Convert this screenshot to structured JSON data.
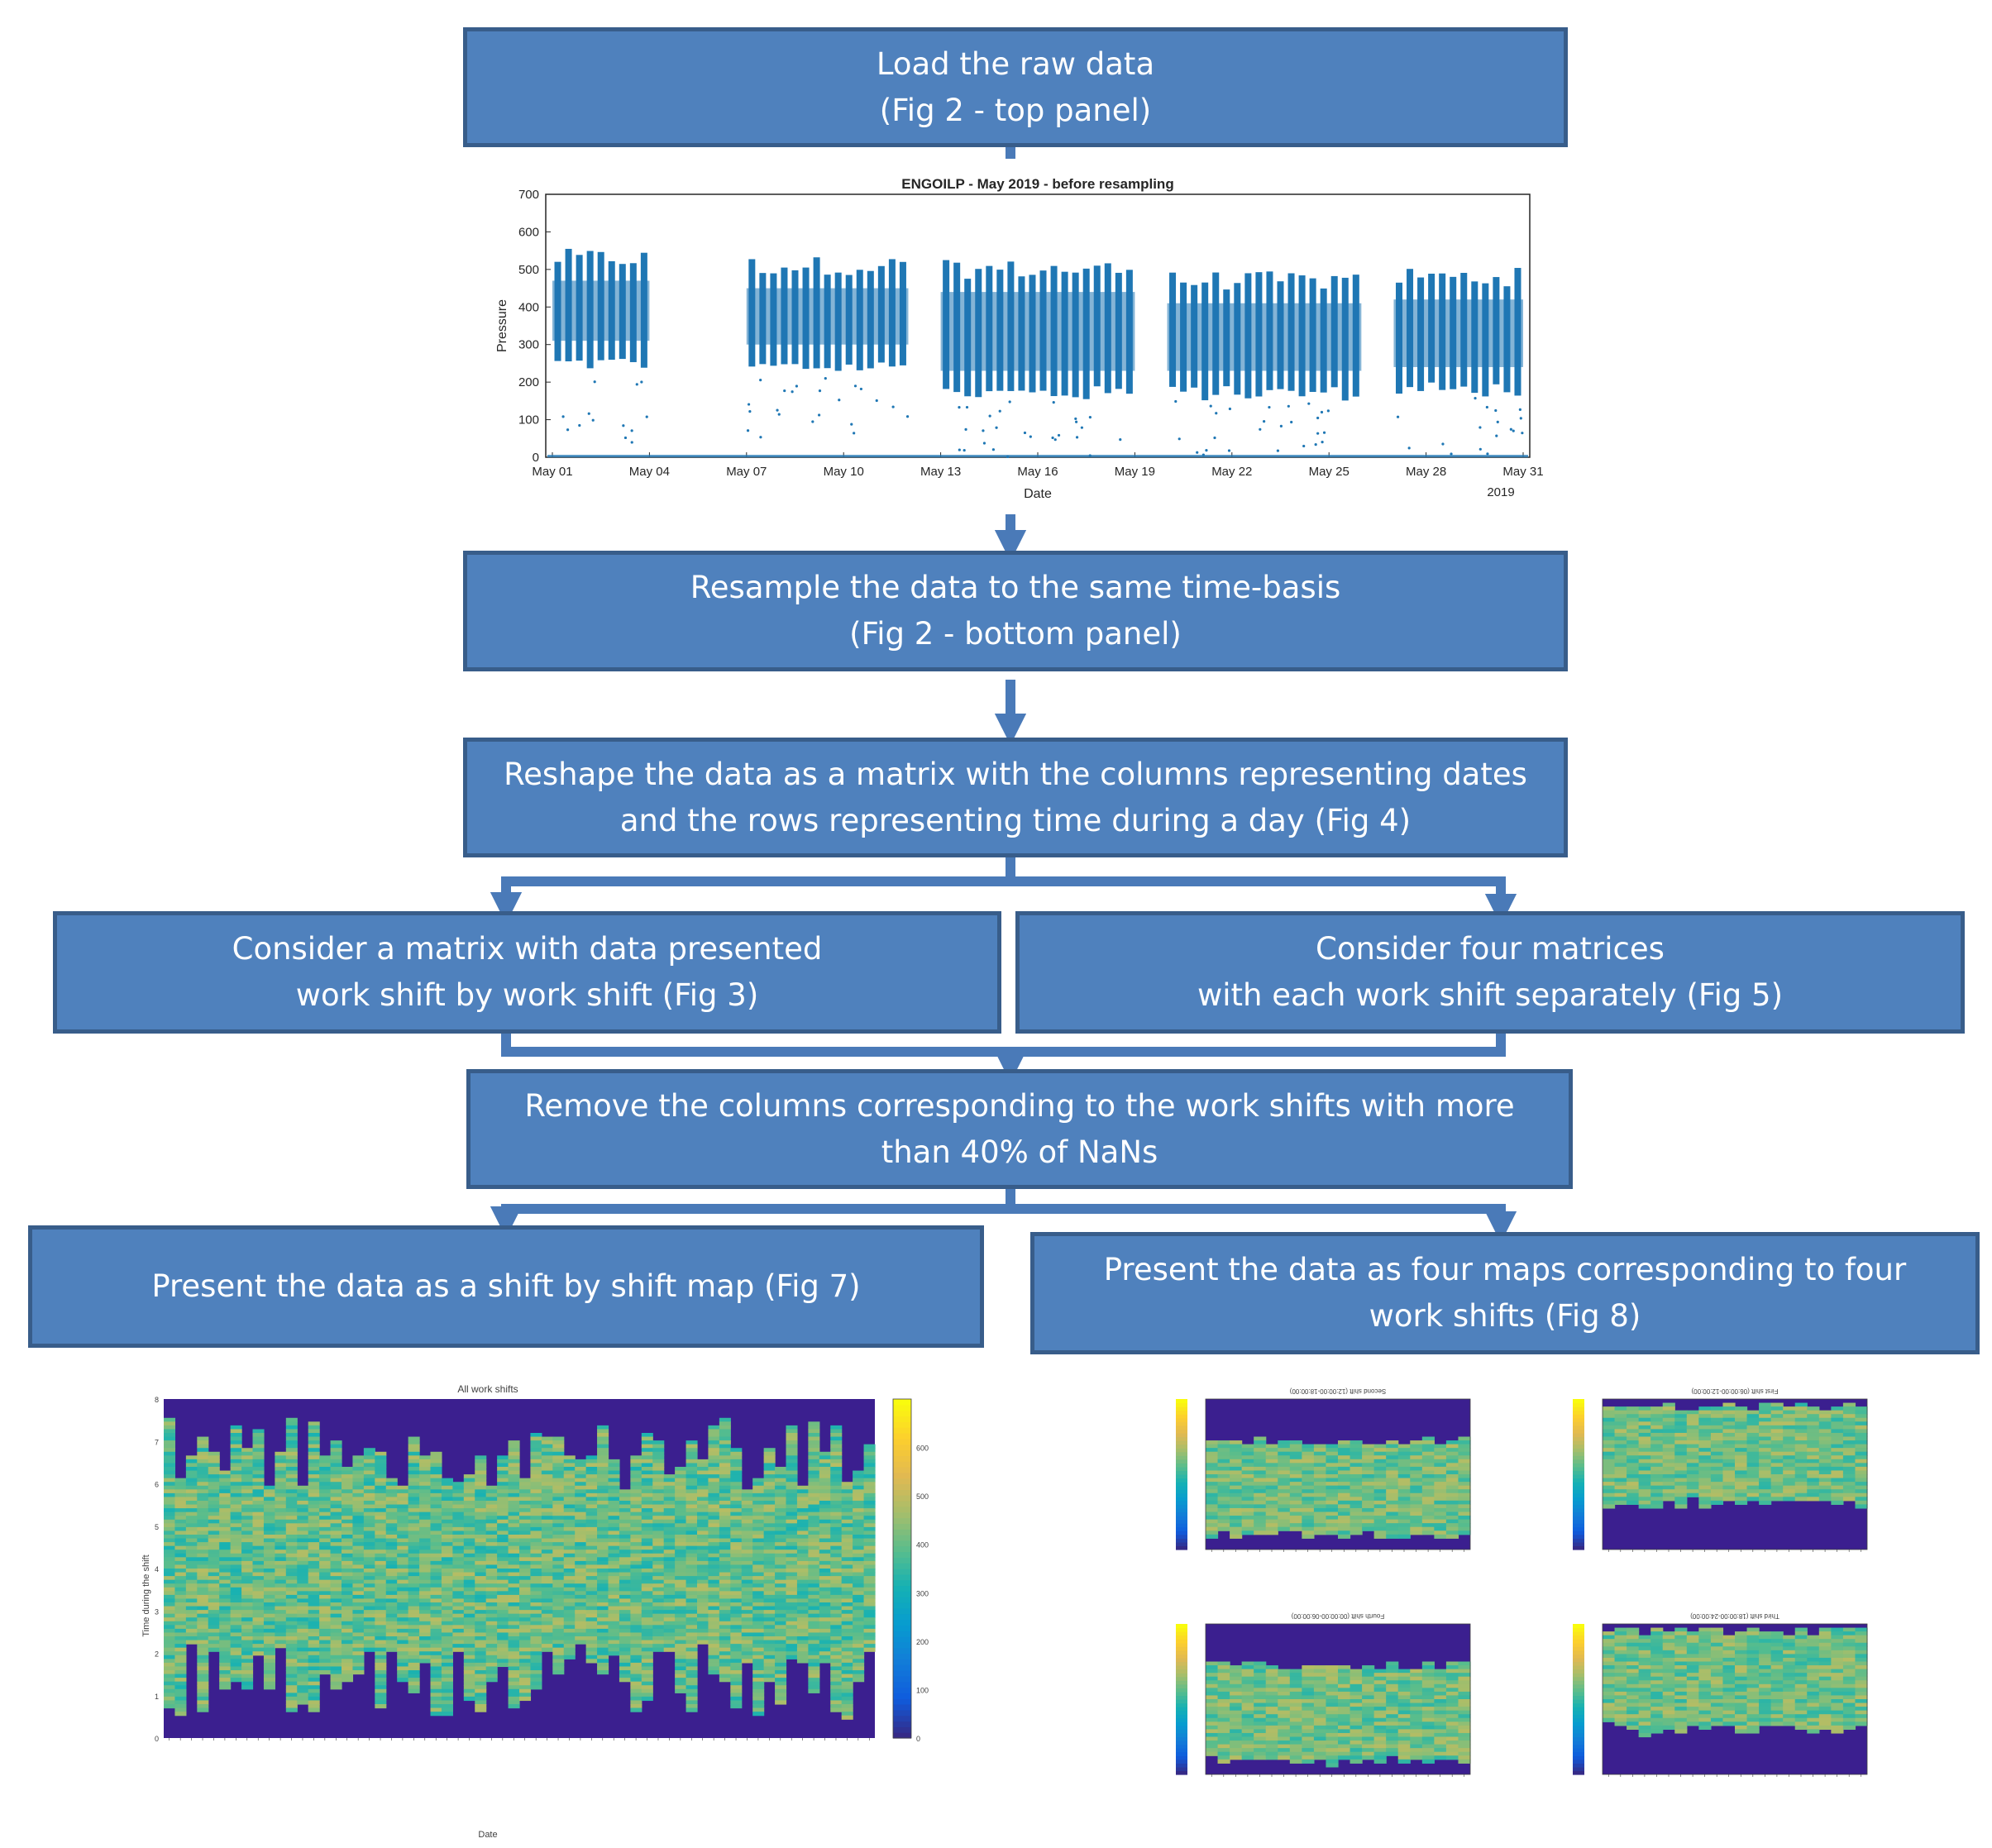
{
  "colors": {
    "box_fill": "#4f81bd",
    "box_border": "#385d8a",
    "connector": "#4a7ab8",
    "series": "#1f77b4",
    "heat_dark": "#3b1f8f"
  },
  "boxes": {
    "load": "Load the raw data\n(Fig 2 - top panel)",
    "resample": "Resample the data to the same time-basis\n(Fig 2 - bottom panel)",
    "reshape": "Reshape the data as a matrix with the columns representing dates\nand the rows representing time during a day (Fig 4)",
    "consider_one": "Consider a matrix with data presented\nwork shift by work shift  (Fig 3)",
    "consider_four": "Consider four matrices\nwith each work shift separately (Fig 5)",
    "remove": "Remove the columns corresponding to the work shifts with more\nthan 40% of NaNs",
    "present_one": "Present the data as a shift by shift map (Fig 7)",
    "present_four": "Present the data as four maps  corresponding to four\nwork shifts (Fig 8)"
  },
  "chart_data": [
    {
      "type": "scatter",
      "title": "ENGOILP - May 2019 - before resampling",
      "xlabel": "Date",
      "ylabel": "Pressure",
      "ylim": [
        0,
        700
      ],
      "yticks": [
        "0",
        "100",
        "200",
        "300",
        "400",
        "500",
        "600",
        "700"
      ],
      "xticks": [
        "May 01",
        "May 04",
        "May 07",
        "May 10",
        "May 13",
        "May 16",
        "May 19",
        "May 22",
        "May 25",
        "May 28",
        "May 31"
      ],
      "x_year_label": "2019",
      "grid": false,
      "series": [
        {
          "values_description_free": true,
          "segments": [
            {
              "x_start": "2019-05-01",
              "x_end": "2019-05-04",
              "y_low": 250,
              "y_high": 530
            },
            {
              "x_start": "2019-05-07",
              "x_end": "2019-05-12",
              "y_low": 240,
              "y_high": 510
            },
            {
              "x_start": "2019-05-13",
              "x_end": "2019-05-19",
              "y_low": 170,
              "y_high": 500
            },
            {
              "x_start": "2019-05-20",
              "x_end": "2019-05-26",
              "y_low": 170,
              "y_high": 470
            },
            {
              "x_start": "2019-05-27",
              "x_end": "2019-05-31",
              "y_low": 180,
              "y_high": 480
            }
          ]
        }
      ]
    },
    {
      "type": "heatmap",
      "title": "All work shifts",
      "xlabel": "Date",
      "ylabel": "Time during the shift",
      "ylim": [
        0,
        8
      ],
      "yticks": [
        "0",
        "1",
        "2",
        "3",
        "4",
        "5",
        "6",
        "7",
        "8"
      ],
      "colorbar_ticks": [
        "0",
        "100",
        "200",
        "300",
        "400",
        "500",
        "600"
      ],
      "columns": 64
    },
    {
      "type": "heatmap",
      "title": "Second shift (12:00:00-18:00:00)",
      "panel": "top-left"
    },
    {
      "type": "heatmap",
      "title": "First shift (06:00:00-12:00:00)",
      "panel": "top-right"
    },
    {
      "type": "heatmap",
      "title": "Fourth shift (00:00:00-06:00:00)",
      "panel": "bottom-left"
    },
    {
      "type": "heatmap",
      "title": "Third shift (18:00:00-24:00:00)",
      "panel": "bottom-right"
    }
  ]
}
